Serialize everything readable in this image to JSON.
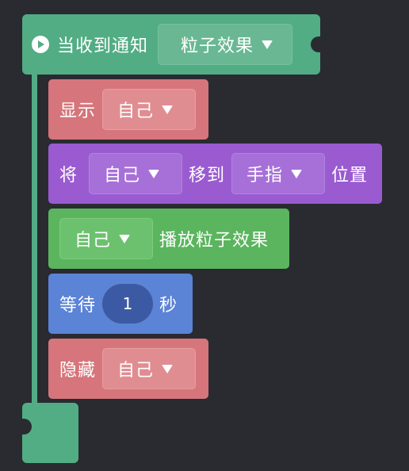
{
  "hat": {
    "label": "当收到通知",
    "dropdown": "粒子效果",
    "color": "#52ad84",
    "icon": "play-circle-icon"
  },
  "blocks": [
    {
      "id": "show",
      "color": "#d6757b",
      "label": "显示",
      "dropdown": "自己"
    },
    {
      "id": "move",
      "color": "#9a5bd1",
      "label_before": "将",
      "dropdown1": "自己",
      "label_mid": "移到",
      "dropdown2": "手指",
      "label_after": "位置"
    },
    {
      "id": "play-particles",
      "color": "#5bb55e",
      "dropdown": "自己",
      "label": "播放粒子效果"
    },
    {
      "id": "wait",
      "color": "#5b83d6",
      "label_before": "等待",
      "value": "1",
      "label_after": "秒"
    },
    {
      "id": "hide",
      "color": "#d6757b",
      "label": "隐藏",
      "dropdown": "自己"
    }
  ],
  "icons": {
    "dropdown_arrow": "triangle-down-icon"
  }
}
